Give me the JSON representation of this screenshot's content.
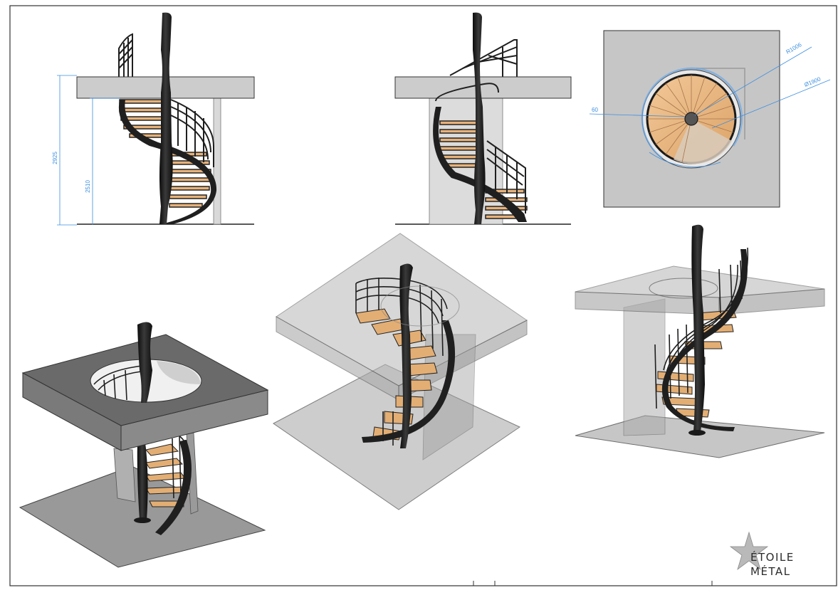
{
  "dimensions": {
    "overall_height": "2925",
    "floor_height": "2510",
    "radius": "R1006",
    "diameter": "Ø1900",
    "tread_offset": "60"
  },
  "logo": {
    "line1": "ÉTOILE",
    "line2": "MÉTAL",
    "icon": "star-icon"
  },
  "colors": {
    "frame": "#333333",
    "slab": "#c9c9c9",
    "steel": "#1f1f1f",
    "wood": "#e8b47a",
    "dimension": "#3d8fe0"
  }
}
